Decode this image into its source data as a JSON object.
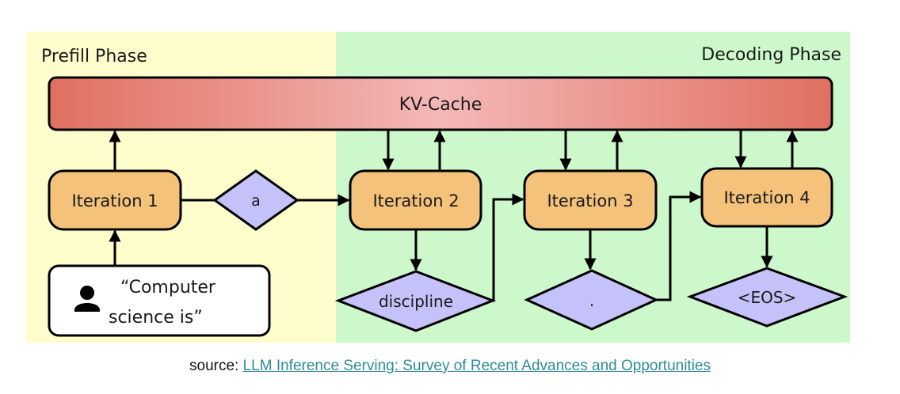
{
  "diagram": {
    "phases": {
      "prefill": {
        "label": "Prefill Phase",
        "color": "#fffdcc"
      },
      "decoding": {
        "label": "Decoding Phase",
        "color": "#ccf8cc"
      }
    },
    "kv_cache": {
      "label": "KV-Cache",
      "gradient_edge": "#e07060",
      "gradient_center": "#f4b8b8"
    },
    "iterations": [
      {
        "label": "Iteration 1"
      },
      {
        "label": "Iteration 2"
      },
      {
        "label": "Iteration 3"
      },
      {
        "label": "Iteration 4"
      }
    ],
    "tokens": [
      {
        "label": "a"
      },
      {
        "label": "discipline"
      },
      {
        "label": "."
      },
      {
        "label": "<EOS>"
      }
    ],
    "input": {
      "line1": "“Computer",
      "line2": "science is”",
      "icon": "user-icon"
    },
    "colors": {
      "iteration_fill": "#f4c27a",
      "token_fill": "#c4c2f8",
      "stroke": "#000000"
    }
  },
  "caption": {
    "prefix": "source:",
    "link_text": "LLM Inference Serving: Survey of Recent Advances and Opportunities"
  }
}
